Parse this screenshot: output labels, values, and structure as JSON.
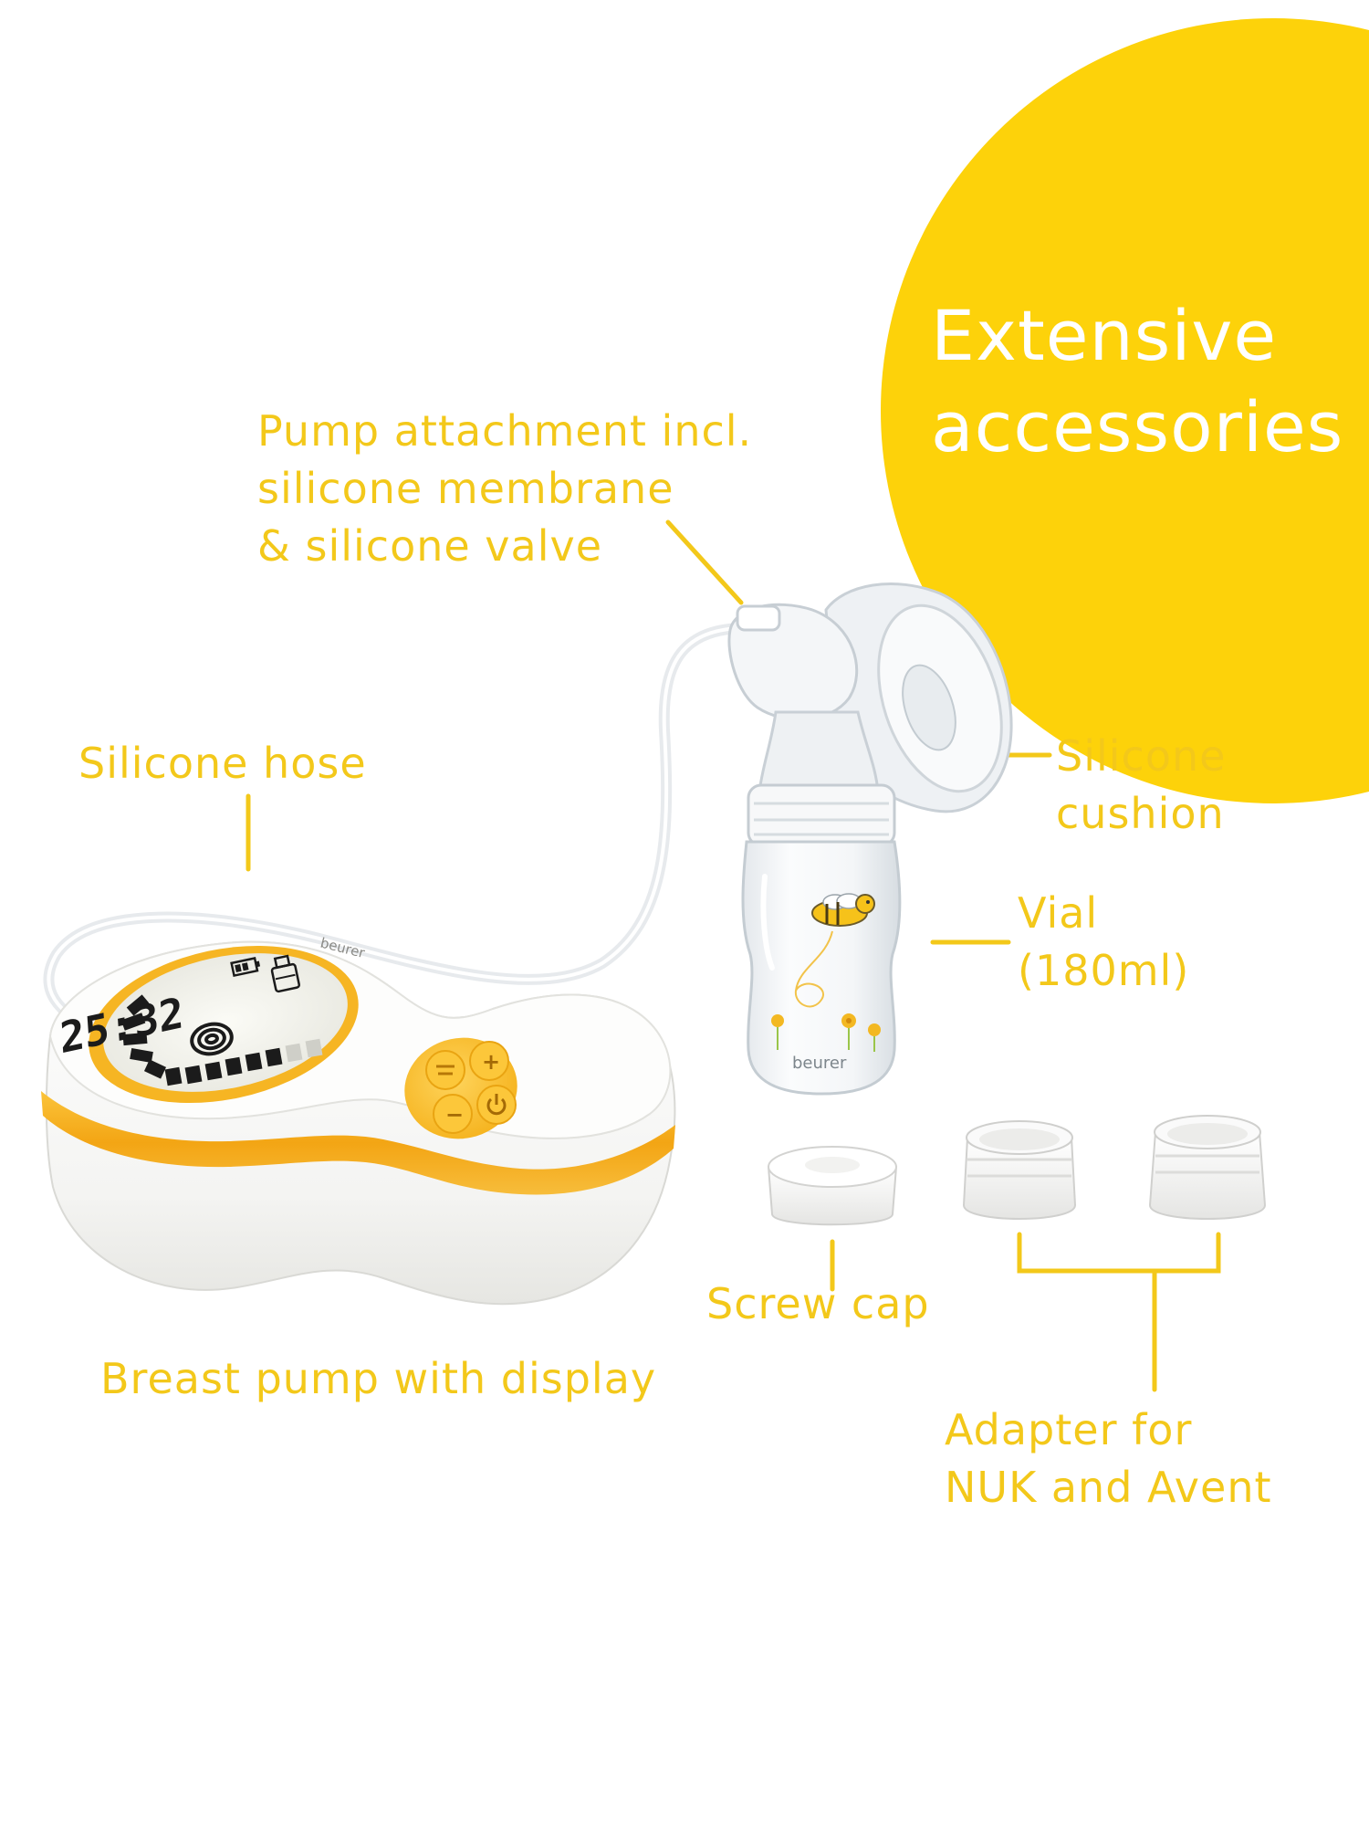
{
  "badge": {
    "line1": "Extensive",
    "line2": "accessories"
  },
  "labels": {
    "pump_attachment": {
      "line1": "Pump attachment incl.",
      "line2": "silicone membrane",
      "line3": "& silicone valve"
    },
    "silicone_hose": "Silicone hose",
    "silicone_cushion": {
      "line1": "Silicone",
      "line2": "cushion"
    },
    "vial": {
      "line1": "Vial",
      "line2": "(180ml)"
    },
    "screw_cap": "Screw cap",
    "breast_pump": "Breast pump with display",
    "adapter": {
      "line1": "Adapter for",
      "line2": "NUK and Avent"
    }
  },
  "device": {
    "brand_device": "beurer",
    "brand_bottle": "beurer",
    "display_time": "25:32",
    "buttons": {
      "plus": "+",
      "minus": "−"
    }
  },
  "colors": {
    "accent_yellow": "#fdd20a",
    "label_yellow": "#f3c81a",
    "orange_band": "#f4ab1c",
    "device_white": "#fbfbfb"
  },
  "icons": [
    "battery-icon",
    "bottle-icon",
    "spiral-icon",
    "power-icon",
    "bee-icon",
    "flower-icon"
  ]
}
